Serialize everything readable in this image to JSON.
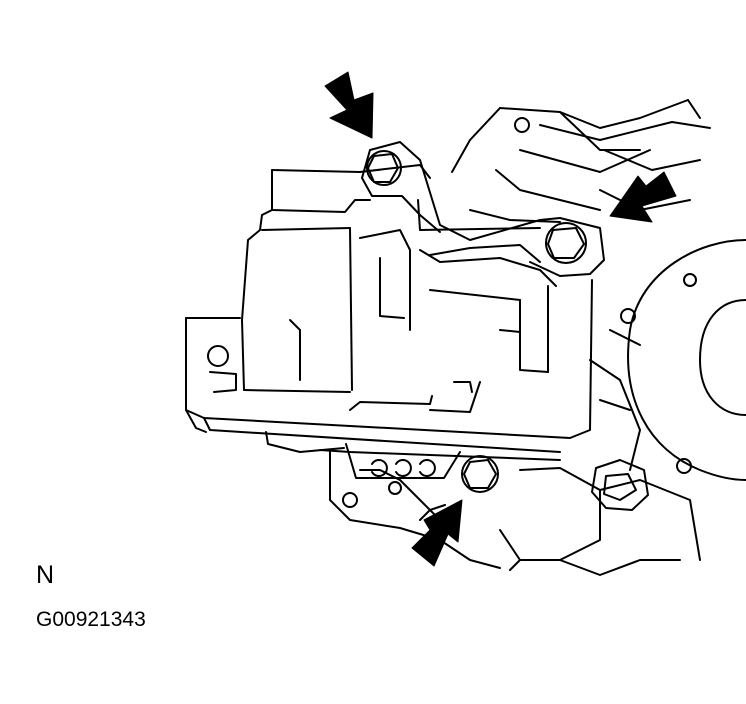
{
  "figure": {
    "view_label": "N",
    "figure_code": "G00921343"
  },
  "colors": {
    "line": "#000000",
    "background": "#ffffff"
  },
  "callouts": [
    {
      "name": "arrow-top-bolt"
    },
    {
      "name": "arrow-right-bolt"
    },
    {
      "name": "arrow-bottom-bolt"
    }
  ]
}
